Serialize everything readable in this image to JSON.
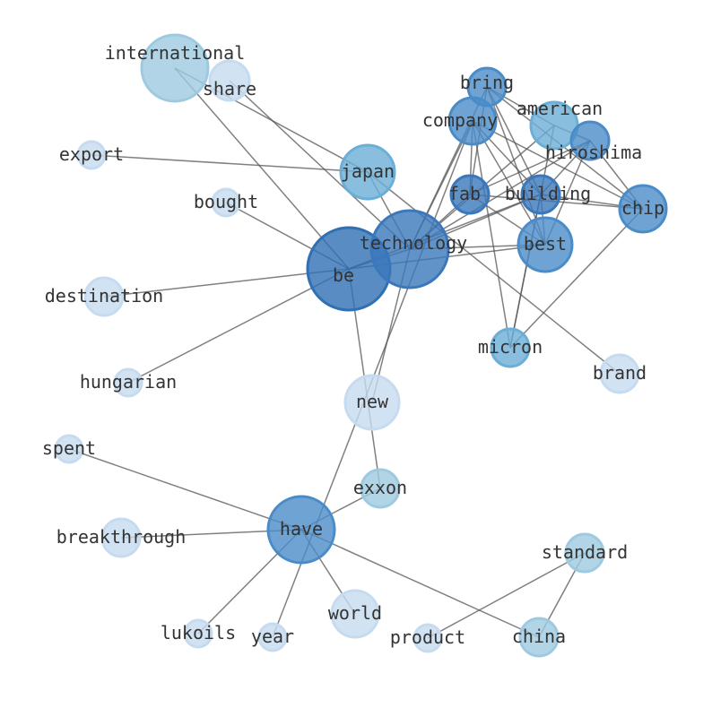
{
  "chart_data": {
    "type": "network",
    "title": "",
    "nodes": [
      {
        "label": "international",
        "color": "#9ecae1"
      },
      {
        "label": "share",
        "color": "#c6dbef"
      },
      {
        "label": "export",
        "color": "#c6dbef"
      },
      {
        "label": "japan",
        "color": "#6baed6"
      },
      {
        "label": "bought",
        "color": "#c6dbef"
      },
      {
        "label": "be",
        "color": "#2f6fb3"
      },
      {
        "label": "technology",
        "color": "#3a78bb"
      },
      {
        "label": "destination",
        "color": "#c6dbef"
      },
      {
        "label": "hungarian",
        "color": "#c6dbef"
      },
      {
        "label": "new",
        "color": "#c6dbef"
      },
      {
        "label": "spent",
        "color": "#c6dbef"
      },
      {
        "label": "exxon",
        "color": "#9ecae1"
      },
      {
        "label": "breakthrough",
        "color": "#c6dbef"
      },
      {
        "label": "have",
        "color": "#4a8cc8"
      },
      {
        "label": "lukoils",
        "color": "#c6dbef"
      },
      {
        "label": "year",
        "color": "#c6dbef"
      },
      {
        "label": "world",
        "color": "#c6dbef"
      },
      {
        "label": "product",
        "color": "#c6dbef"
      },
      {
        "label": "china",
        "color": "#9ecae1"
      },
      {
        "label": "standard",
        "color": "#9ecae1"
      },
      {
        "label": "brand",
        "color": "#c6dbef"
      },
      {
        "label": "micron",
        "color": "#6baed6"
      },
      {
        "label": "chip",
        "color": "#4a8cc8"
      },
      {
        "label": "best",
        "color": "#4a8cc8"
      },
      {
        "label": "building",
        "color": "#3a78bb"
      },
      {
        "label": "fab",
        "color": "#3a78bb"
      },
      {
        "label": "company",
        "color": "#4a8cc8"
      },
      {
        "label": "bring",
        "color": "#4a8cc8"
      },
      {
        "label": "american",
        "color": "#6baed6"
      },
      {
        "label": "hiroshima",
        "color": "#4a8cc8"
      }
    ],
    "edges": [
      [
        "international",
        "be"
      ],
      [
        "international",
        "japan"
      ],
      [
        "share",
        "technology"
      ],
      [
        "export",
        "japan"
      ],
      [
        "japan",
        "technology"
      ],
      [
        "japan",
        "brand"
      ],
      [
        "bought",
        "be"
      ],
      [
        "destination",
        "be"
      ],
      [
        "hungarian",
        "be"
      ],
      [
        "be",
        "technology"
      ],
      [
        "be",
        "exxon"
      ],
      [
        "be",
        "best"
      ],
      [
        "be",
        "building"
      ],
      [
        "technology",
        "new"
      ],
      [
        "technology",
        "company"
      ],
      [
        "technology",
        "bring"
      ],
      [
        "technology",
        "fab"
      ],
      [
        "technology",
        "building"
      ],
      [
        "technology",
        "hiroshima"
      ],
      [
        "technology",
        "best"
      ],
      [
        "technology",
        "american"
      ],
      [
        "year",
        "company"
      ],
      [
        "have",
        "exxon"
      ],
      [
        "have",
        "spent"
      ],
      [
        "have",
        "breakthrough"
      ],
      [
        "have",
        "lukoils"
      ],
      [
        "have",
        "world"
      ],
      [
        "have",
        "china"
      ],
      [
        "product",
        "standard"
      ],
      [
        "standard",
        "china"
      ],
      [
        "micron",
        "chip"
      ],
      [
        "micron",
        "company"
      ],
      [
        "micron",
        "building"
      ],
      [
        "micron",
        "american"
      ],
      [
        "company",
        "fab"
      ],
      [
        "company",
        "building"
      ],
      [
        "company",
        "best"
      ],
      [
        "company",
        "chip"
      ],
      [
        "bring",
        "fab"
      ],
      [
        "bring",
        "building"
      ],
      [
        "bring",
        "best"
      ],
      [
        "bring",
        "chip"
      ],
      [
        "bring",
        "american"
      ],
      [
        "american",
        "hiroshima"
      ],
      [
        "hiroshima",
        "chip"
      ],
      [
        "hiroshima",
        "fab"
      ],
      [
        "hiroshima",
        "best"
      ],
      [
        "hiroshima",
        "building"
      ],
      [
        "building",
        "chip"
      ],
      [
        "fab",
        "chip"
      ],
      [
        "fab",
        "best"
      ],
      [
        "building",
        "best"
      ]
    ],
    "edge_color": "#555555"
  }
}
